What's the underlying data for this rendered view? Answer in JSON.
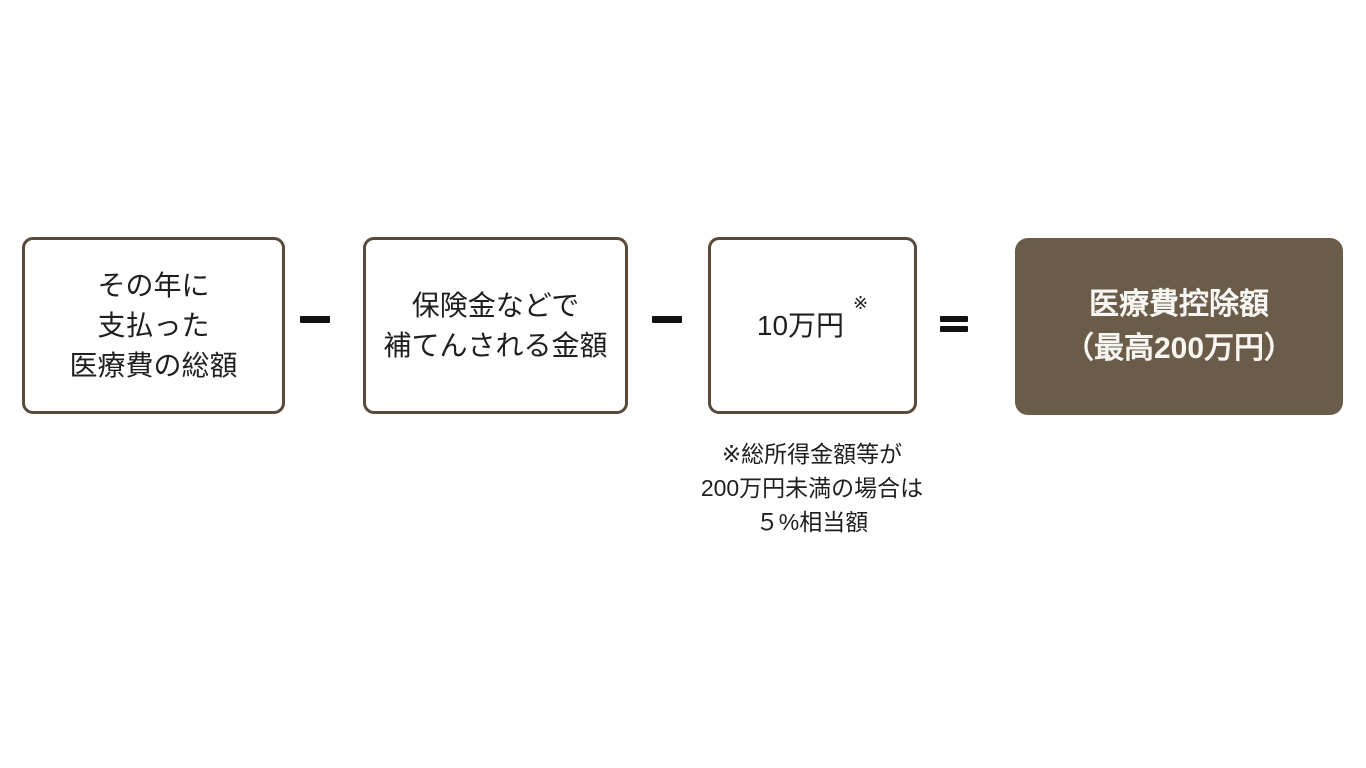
{
  "diagram": {
    "description_colors": {
      "box_border": "#594a3b",
      "operator": "#111111",
      "text": "#1f1f1f",
      "result_background": "#6b5c49",
      "result_text": "#f8f6f2",
      "page_background": "#ffffff"
    },
    "box1": {
      "lines": [
        "その年に",
        "支払った",
        "医療費の総額"
      ]
    },
    "operator1": "−",
    "box2": {
      "lines": [
        "保険金などで",
        "補てんされる金額"
      ]
    },
    "operator2": "−",
    "box3": {
      "value": "10万円",
      "note_marker": "※"
    },
    "operator3": "＝",
    "result_box": {
      "lines": [
        "医療費控除額",
        "（最高200万円）"
      ]
    },
    "footnote": {
      "lines": [
        "※総所得金額等が",
        "200万円未満の場合は",
        "５%相当額"
      ]
    }
  }
}
